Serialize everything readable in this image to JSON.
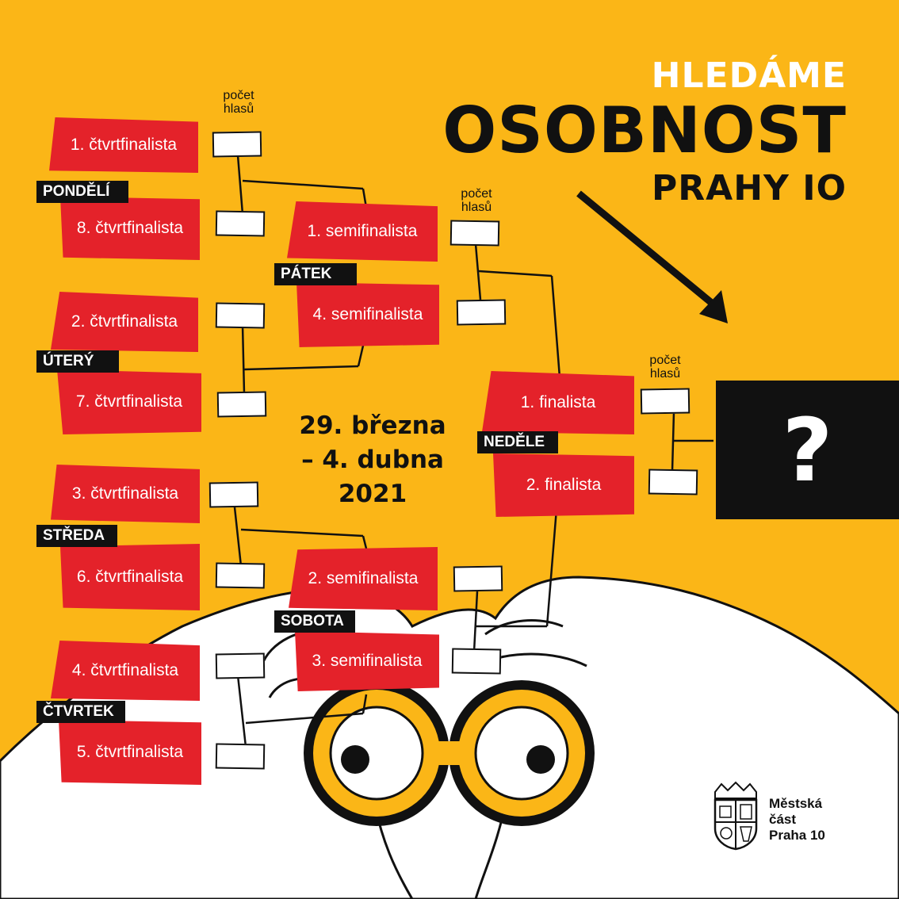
{
  "header": {
    "line1": "HLEDÁME",
    "line2": "OSOBNOST",
    "line3": "PRAHY IO"
  },
  "vote_label": {
    "line1": "počet",
    "line2": "hlasů"
  },
  "quarterfinals": [
    {
      "label": "1. čtvrtfinalista"
    },
    {
      "label": "8. čtvrtfinalista"
    },
    {
      "label": "2. čtvrtfinalista"
    },
    {
      "label": "7. čtvrtfinalista"
    },
    {
      "label": "3. čtvrtfinalista"
    },
    {
      "label": "6. čtvrtfinalista"
    },
    {
      "label": "4. čtvrtfinalista"
    },
    {
      "label": "5. čtvrtfinalista"
    }
  ],
  "semifinals": [
    {
      "label": "1. semifinalista"
    },
    {
      "label": "4. semifinalista"
    },
    {
      "label": "2. semifinalista"
    },
    {
      "label": "3. semifinalista"
    }
  ],
  "finals": [
    {
      "label": "1. finalista"
    },
    {
      "label": "2. finalista"
    }
  ],
  "days": [
    "PONDĚLÍ",
    "ÚTERÝ",
    "STŘEDA",
    "ČTVRTEK",
    "PÁTEK",
    "SOBOTA",
    "NEDĚLE"
  ],
  "dates": {
    "line1": "29. března",
    "line2": "– 4. dubna",
    "line3": "2021"
  },
  "winner": "?",
  "logo": {
    "line1": "Městská",
    "line2": "část",
    "line3": "Praha 10"
  },
  "colors": {
    "background": "#fbb617",
    "red": "#e4222a",
    "black": "#111111",
    "white": "#ffffff"
  }
}
